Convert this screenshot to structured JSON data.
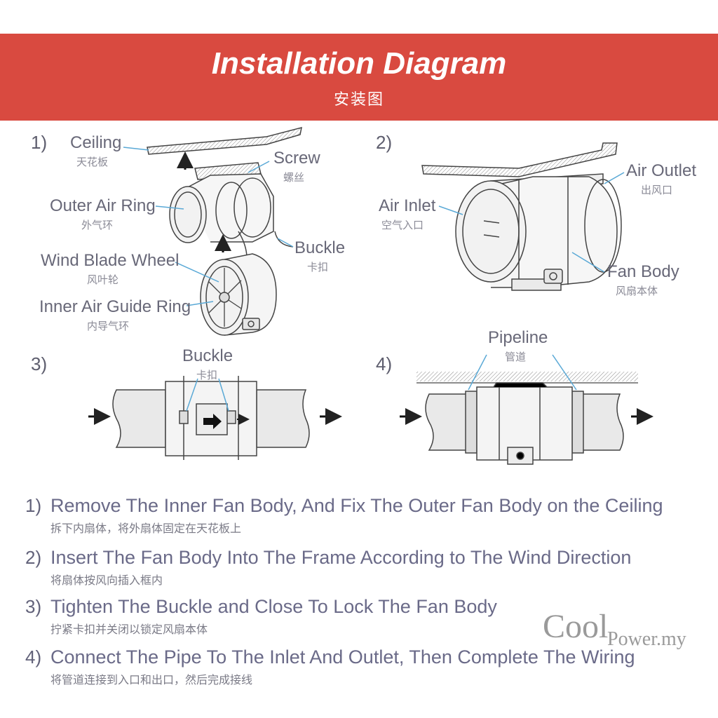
{
  "header": {
    "title": "Installation Diagram",
    "subtitle": "安装图",
    "background_color": "#d94a40"
  },
  "panels": [
    {
      "number": "1)",
      "labels": [
        {
          "en": "Ceiling",
          "zh": "天花板"
        },
        {
          "en": "Screw",
          "zh": "螺丝"
        },
        {
          "en": "Outer Air Ring",
          "zh": "外气环"
        },
        {
          "en": "Buckle",
          "zh": "卡扣"
        },
        {
          "en": "Wind Blade Wheel",
          "zh": "风叶轮"
        },
        {
          "en": "Inner Air Guide Ring",
          "zh": "内导气环"
        }
      ]
    },
    {
      "number": "2)",
      "labels": [
        {
          "en": "Air Outlet",
          "zh": "出风口"
        },
        {
          "en": "Air Inlet",
          "zh": "空气入口"
        },
        {
          "en": "Fan Body",
          "zh": "风扇本体"
        }
      ]
    },
    {
      "number": "3)",
      "labels": [
        {
          "en": "Buckle",
          "zh": "卡扣"
        }
      ]
    },
    {
      "number": "4)",
      "labels": [
        {
          "en": "Pipeline",
          "zh": "管道"
        }
      ]
    }
  ],
  "steps": [
    {
      "number": "1)",
      "en": "Remove The Inner Fan Body, And Fix The Outer Fan Body on the Ceiling",
      "zh": "拆下内扇体，将外扇体固定在天花板上"
    },
    {
      "number": "2)",
      "en": "Insert The Fan Body Into The Frame According to The Wind Direction",
      "zh": "将扇体按风向插入框内"
    },
    {
      "number": "3)",
      "en": "Tighten The Buckle and Close To Lock The Fan Body",
      "zh": "拧紧卡扣并关闭以锁定风扇本体"
    },
    {
      "number": "4)",
      "en": "Connect The Pipe To The Inlet And Outlet, Then Complete The Wiring",
      "zh": "将管道连接到入口和出口，然后完成接线"
    }
  ],
  "watermark": {
    "part1": "Cool",
    "part2": "Power.my"
  }
}
